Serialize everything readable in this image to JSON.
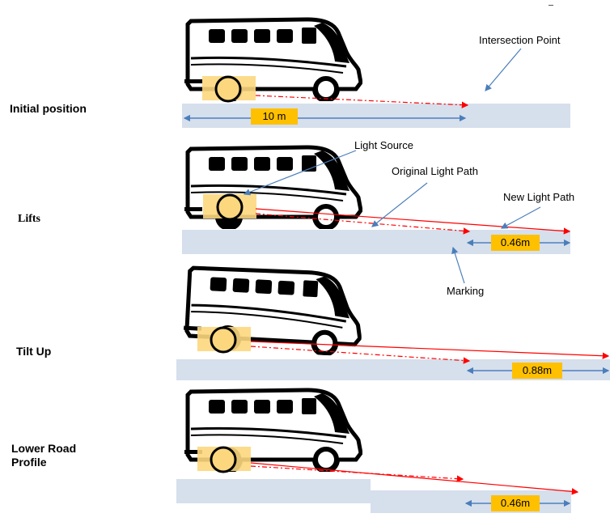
{
  "scenes": [
    {
      "label": "Initial position",
      "badge": "10 m"
    },
    {
      "label": "Lifts",
      "badge": "0.46m"
    },
    {
      "label": "Tilt Up",
      "badge": "0.88m"
    },
    {
      "label": "Lower Road Profile",
      "badge": "0.46m"
    }
  ],
  "callouts": {
    "intersection_point": "Intersection Point",
    "light_source": "Light Source",
    "original_light_path": "Original Light Path",
    "new_light_path": "New Light Path",
    "marking": "Marking"
  },
  "colors": {
    "road": "#d6dfec",
    "badge": "#ffc000",
    "light_source": "#fcd77e",
    "arrow": "#4a7ebb",
    "light_path": "#ff0000"
  }
}
